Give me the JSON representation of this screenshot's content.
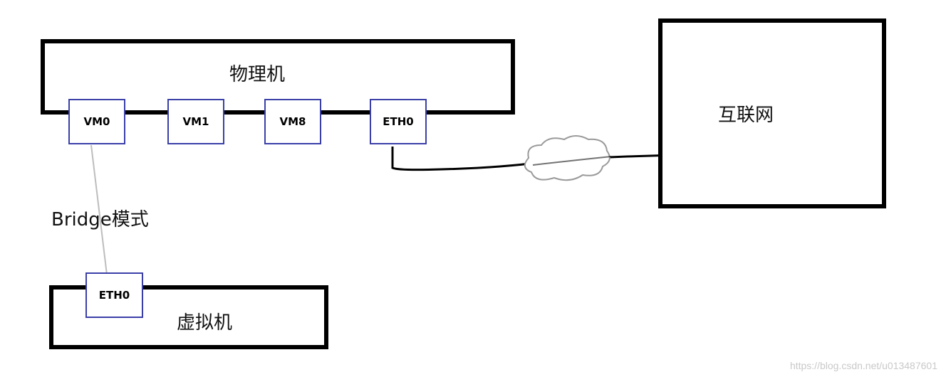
{
  "physical_host": {
    "label": "物理机",
    "ports": [
      "VM0",
      "VM1",
      "VM8",
      "ETH0"
    ]
  },
  "internet": {
    "label": "互联网"
  },
  "virtual_machine": {
    "label": "虚拟机",
    "port": "ETH0"
  },
  "link_label": "Bridge模式",
  "watermark": "https://blog.csdn.net/u013487601",
  "colors": {
    "box_border": "#000000",
    "port_border": "#3a3fa8",
    "bridge_line": "#bdbdbd",
    "cloud": "#9a9a9a"
  }
}
